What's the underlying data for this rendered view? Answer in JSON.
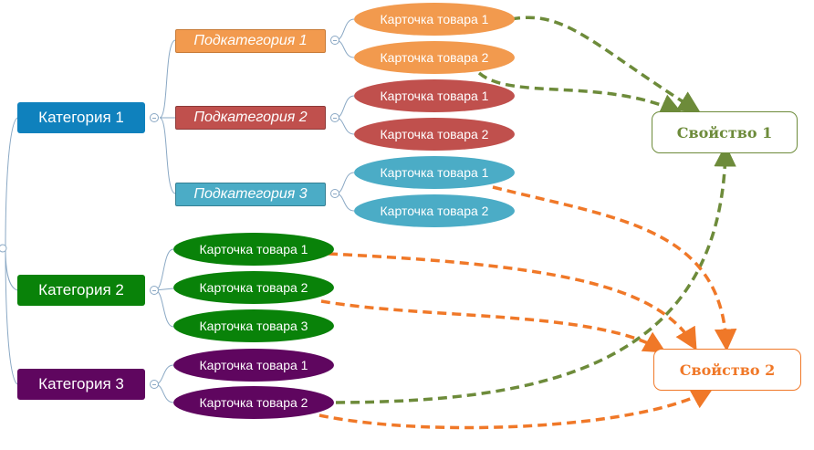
{
  "colors": {
    "category_blue": "#0f81bd",
    "category_green": "#098209",
    "category_purple": "#5f065f",
    "sub_orange": "#f29a4e",
    "sub_red": "#c0504d",
    "sub_teal": "#4bacc6",
    "property_1": "#6d8b3a",
    "property_2": "#f07828",
    "tree_line": "#8aa8c4"
  },
  "categories": [
    {
      "label": "Категория 1",
      "subcategories": [
        {
          "label": "Подкатегория 1",
          "cards": [
            "Карточка товара 1",
            "Карточка товара 2"
          ]
        },
        {
          "label": "Подкатегория 2",
          "cards": [
            "Карточка товара 1",
            "Карточка товара 2"
          ]
        },
        {
          "label": "Подкатегория 3",
          "cards": [
            "Карточка товара 1",
            "Карточка товара 2"
          ]
        }
      ]
    },
    {
      "label": "Категория 2",
      "cards": [
        "Карточка товара 1",
        "Карточка товара 2",
        "Карточка товара 3"
      ]
    },
    {
      "label": "Категория 3",
      "cards": [
        "Карточка товара 1",
        "Карточка товара 2"
      ]
    }
  ],
  "properties": [
    {
      "label": "Свойство 1"
    },
    {
      "label": "Свойство 2"
    }
  ]
}
